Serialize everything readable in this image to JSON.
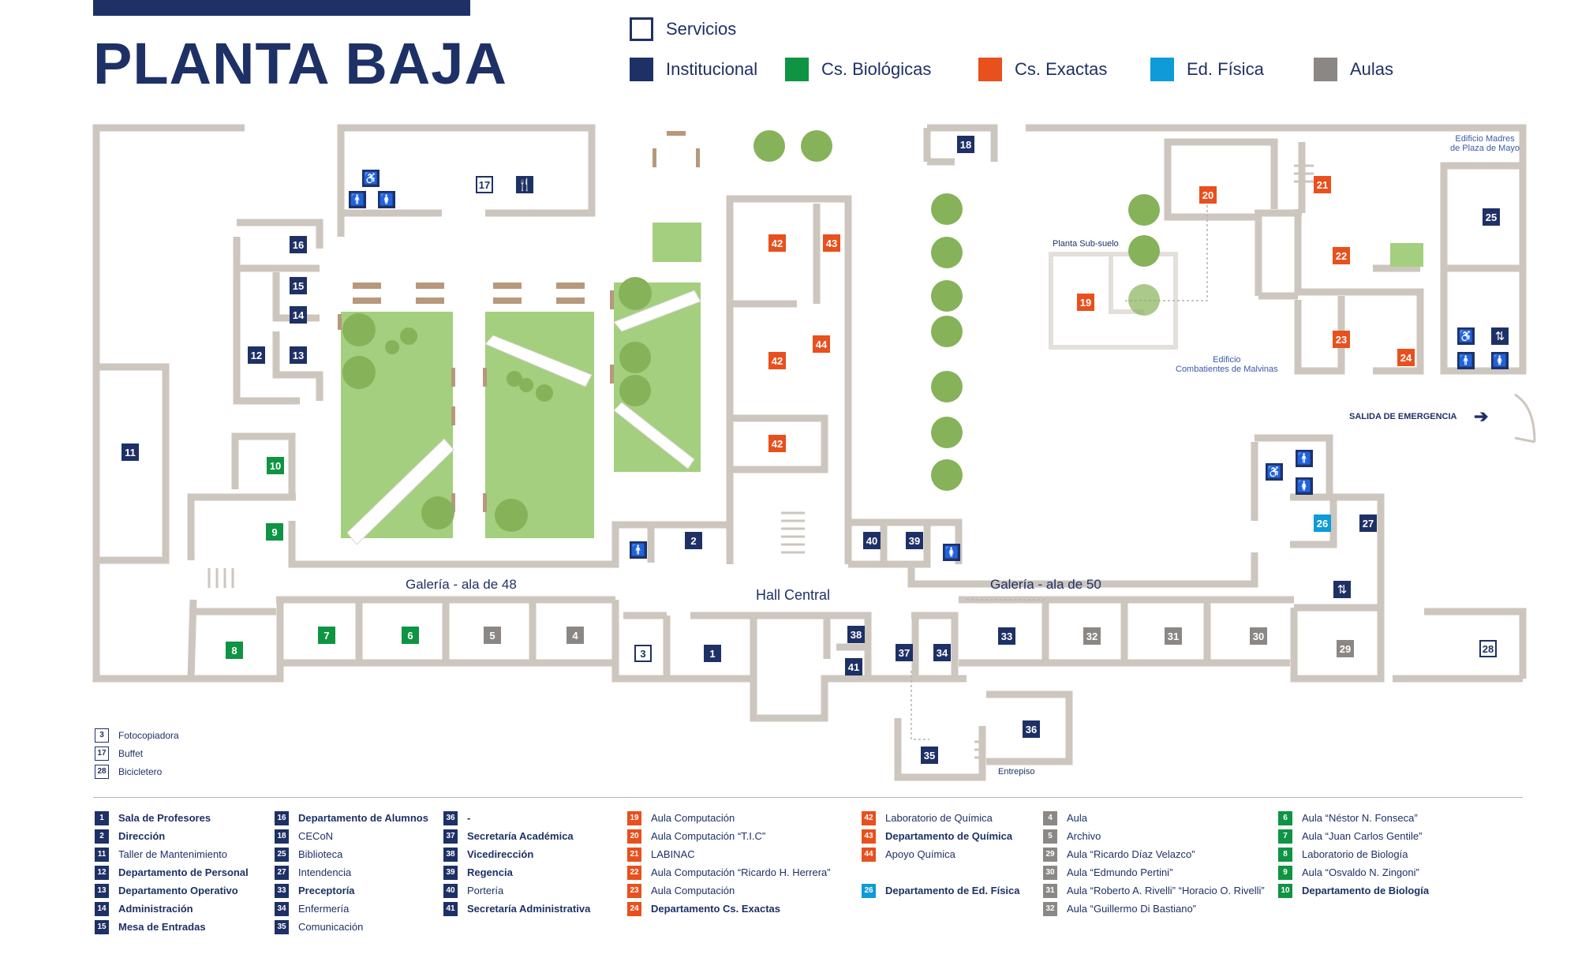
{
  "title": "PLANTA BAJA",
  "legend": [
    {
      "key": "srv",
      "label": "Servicios"
    },
    {
      "key": "inst",
      "label": "Institucional"
    },
    {
      "key": "bio",
      "label": "Cs. Biológicas"
    },
    {
      "key": "exa",
      "label": "Cs. Exactas"
    },
    {
      "key": "edf",
      "label": "Ed. Física"
    },
    {
      "key": "aul",
      "label": "Aulas"
    }
  ],
  "colors": {
    "inst": "#1e3166",
    "bio": "#0f9443",
    "exa": "#e8501d",
    "edf": "#0e9bd7",
    "aul": "#8b8784",
    "wall": "#cdc6be",
    "grass": "#a3cf7e",
    "tree": "#86b25a",
    "bench": "#b8987c"
  },
  "map_labels": {
    "galeria48": "Galería - ala de 48",
    "galeria50": "Galería - ala de 50",
    "hall": "Hall Central",
    "subsuelo": "Planta Sub-suelo",
    "entrepiso": "Entrepiso",
    "salida": "SALIDA DE EMERGENCIA",
    "madres": "Edificio Madres\nde Plaza de Mayo",
    "malvinas": "Edificio\nCombatientes de Malvinas"
  },
  "services": [
    {
      "n": "3",
      "label": "Fotocopiadora"
    },
    {
      "n": "17",
      "label": "Buffet"
    },
    {
      "n": "28",
      "label": "Bicicletero"
    }
  ],
  "index_columns": [
    [
      {
        "n": "1",
        "cat": "inst",
        "label": "Sala de Profesores",
        "bold": true
      },
      {
        "n": "2",
        "cat": "inst",
        "label": "Dirección",
        "bold": true
      },
      {
        "n": "11",
        "cat": "inst",
        "label": "Taller de Mantenimiento",
        "bold": false
      },
      {
        "n": "12",
        "cat": "inst",
        "label": "Departamento de Personal",
        "bold": true
      },
      {
        "n": "13",
        "cat": "inst",
        "label": "Departamento Operativo",
        "bold": true
      },
      {
        "n": "14",
        "cat": "inst",
        "label": "Administración",
        "bold": true
      },
      {
        "n": "15",
        "cat": "inst",
        "label": "Mesa de Entradas",
        "bold": true
      }
    ],
    [
      {
        "n": "16",
        "cat": "inst",
        "label": "Departamento de Alumnos",
        "bold": true
      },
      {
        "n": "18",
        "cat": "inst",
        "label": "CECoN",
        "bold": false
      },
      {
        "n": "25",
        "cat": "inst",
        "label": "Biblioteca",
        "bold": false
      },
      {
        "n": "27",
        "cat": "inst",
        "label": "Intendencia",
        "bold": false
      },
      {
        "n": "33",
        "cat": "inst",
        "label": "Preceptoría",
        "bold": true
      },
      {
        "n": "34",
        "cat": "inst",
        "label": "Enfermería",
        "bold": false
      },
      {
        "n": "35",
        "cat": "inst",
        "label": "Comunicación",
        "bold": false
      }
    ],
    [
      {
        "n": "36",
        "cat": "inst",
        "label": "-",
        "bold": true
      },
      {
        "n": "37",
        "cat": "inst",
        "label": "Secretaría Académica",
        "bold": true
      },
      {
        "n": "38",
        "cat": "inst",
        "label": "Vicedirección",
        "bold": true
      },
      {
        "n": "39",
        "cat": "inst",
        "label": "Regencia",
        "bold": true
      },
      {
        "n": "40",
        "cat": "inst",
        "label": "Portería",
        "bold": false
      },
      {
        "n": "41",
        "cat": "inst",
        "label": "Secretaría Administrativa",
        "bold": true
      }
    ],
    [
      {
        "n": "19",
        "cat": "exa",
        "label": "Aula Computación",
        "bold": false
      },
      {
        "n": "20",
        "cat": "exa",
        "label": "Aula Computación “T.I.C”",
        "bold": false
      },
      {
        "n": "21",
        "cat": "exa",
        "label": "LABINAC",
        "bold": false
      },
      {
        "n": "22",
        "cat": "exa",
        "label": "Aula Computación “Ricardo H. Herrera”",
        "bold": false
      },
      {
        "n": "23",
        "cat": "exa",
        "label": "Aula Computación",
        "bold": false
      },
      {
        "n": "24",
        "cat": "exa",
        "label": "Departamento Cs. Exactas",
        "bold": true
      }
    ],
    [
      {
        "n": "42",
        "cat": "exa",
        "label": "Laboratorio de Química",
        "bold": false
      },
      {
        "n": "43",
        "cat": "exa",
        "label": "Departamento de Química",
        "bold": true
      },
      {
        "n": "44",
        "cat": "exa",
        "label": "Apoyo Química",
        "bold": false
      },
      {
        "n": "",
        "cat": "",
        "label": "",
        "bold": false
      },
      {
        "n": "26",
        "cat": "edf",
        "label": "Departamento de Ed. Física",
        "bold": true
      }
    ],
    [
      {
        "n": "4",
        "cat": "aul",
        "label": "Aula",
        "bold": false
      },
      {
        "n": "5",
        "cat": "aul",
        "label": "Archivo",
        "bold": false
      },
      {
        "n": "29",
        "cat": "aul",
        "label": "Aula “Ricardo Díaz Velazco”",
        "bold": false
      },
      {
        "n": "30",
        "cat": "aul",
        "label": "Aula “Edmundo Pertini”",
        "bold": false
      },
      {
        "n": "31",
        "cat": "aul",
        "label": "Aula “Roberto A. Rivelli” “Horacio O. Rivelli”",
        "bold": false
      },
      {
        "n": "32",
        "cat": "aul",
        "label": "Aula “Guillermo Di Bastiano”",
        "bold": false
      }
    ],
    [
      {
        "n": "6",
        "cat": "bio",
        "label": "Aula “Néstor N.  Fonseca”",
        "bold": false
      },
      {
        "n": "7",
        "cat": "bio",
        "label": "Aula “Juan Carlos Gentile”",
        "bold": false
      },
      {
        "n": "8",
        "cat": "bio",
        "label": "Laboratorio de Biología",
        "bold": false
      },
      {
        "n": "9",
        "cat": "bio",
        "label": "Aula “Osvaldo N. Zingoni”",
        "bold": false
      },
      {
        "n": "10",
        "cat": "bio",
        "label": "Departamento de Biología",
        "bold": true
      }
    ]
  ],
  "rooms": [
    {
      "n": "1",
      "cat": "inst"
    },
    {
      "n": "2",
      "cat": "inst"
    },
    {
      "n": "3",
      "cat": "srv"
    },
    {
      "n": "4",
      "cat": "aul"
    },
    {
      "n": "5",
      "cat": "aul"
    },
    {
      "n": "6",
      "cat": "bio"
    },
    {
      "n": "7",
      "cat": "bio"
    },
    {
      "n": "8",
      "cat": "bio"
    },
    {
      "n": "9",
      "cat": "bio"
    },
    {
      "n": "10",
      "cat": "bio"
    },
    {
      "n": "11",
      "cat": "inst"
    },
    {
      "n": "12",
      "cat": "inst"
    },
    {
      "n": "13",
      "cat": "inst"
    },
    {
      "n": "14",
      "cat": "inst"
    },
    {
      "n": "15",
      "cat": "inst"
    },
    {
      "n": "16",
      "cat": "inst"
    },
    {
      "n": "17",
      "cat": "srv"
    },
    {
      "n": "18",
      "cat": "inst"
    },
    {
      "n": "19",
      "cat": "exa"
    },
    {
      "n": "20",
      "cat": "exa"
    },
    {
      "n": "21",
      "cat": "exa"
    },
    {
      "n": "22",
      "cat": "exa"
    },
    {
      "n": "23",
      "cat": "exa"
    },
    {
      "n": "24",
      "cat": "exa"
    },
    {
      "n": "25",
      "cat": "inst"
    },
    {
      "n": "26",
      "cat": "edf"
    },
    {
      "n": "27",
      "cat": "inst"
    },
    {
      "n": "28",
      "cat": "srv"
    },
    {
      "n": "29",
      "cat": "aul"
    },
    {
      "n": "30",
      "cat": "aul"
    },
    {
      "n": "31",
      "cat": "aul"
    },
    {
      "n": "32",
      "cat": "aul"
    },
    {
      "n": "33",
      "cat": "inst"
    },
    {
      "n": "34",
      "cat": "inst"
    },
    {
      "n": "35",
      "cat": "inst"
    },
    {
      "n": "36",
      "cat": "inst"
    },
    {
      "n": "37",
      "cat": "inst"
    },
    {
      "n": "38",
      "cat": "inst"
    },
    {
      "n": "39",
      "cat": "inst"
    },
    {
      "n": "40",
      "cat": "inst"
    },
    {
      "n": "41",
      "cat": "inst"
    },
    {
      "n": "42",
      "cat": "exa"
    },
    {
      "n": "42",
      "cat": "exa"
    },
    {
      "n": "42",
      "cat": "exa"
    },
    {
      "n": "43",
      "cat": "exa"
    },
    {
      "n": "44",
      "cat": "exa"
    }
  ],
  "icons": [
    "wheelchair-icon",
    "restroom-icon",
    "cutlery-icon",
    "elevator-icon",
    "arrow-right-icon"
  ]
}
